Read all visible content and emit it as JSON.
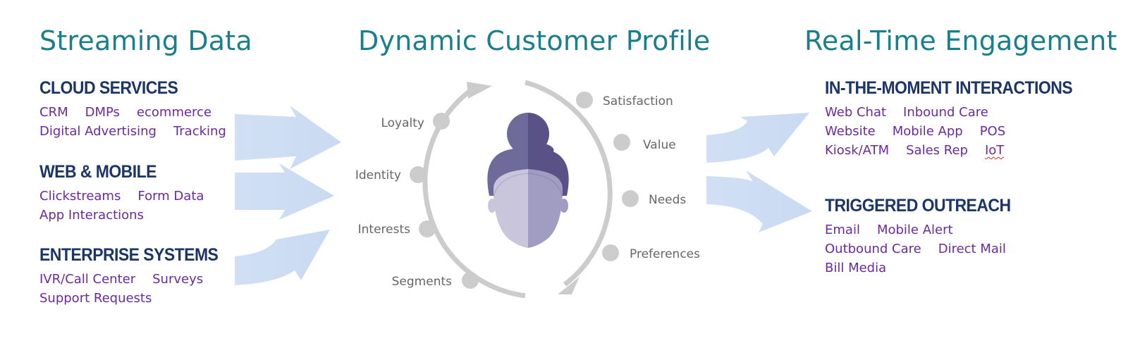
{
  "columns": {
    "left": {
      "title": "Streaming Data",
      "groups": [
        {
          "heading": "CLOUD SERVICES",
          "lines": [
            [
              "CRM",
              "DMPs",
              "ecommerce"
            ],
            [
              "Digital Advertising",
              "Tracking"
            ]
          ]
        },
        {
          "heading": "WEB & MOBILE",
          "lines": [
            [
              "Clickstreams",
              "Form Data"
            ],
            [
              "App Interactions"
            ]
          ]
        },
        {
          "heading": "ENTERPRISE SYSTEMS",
          "lines": [
            [
              "IVR/Call Center",
              "Surveys"
            ],
            [
              "Support Requests"
            ]
          ]
        }
      ]
    },
    "center": {
      "title": "Dynamic Customer Profile",
      "ring_labels_left": [
        "Loyalty",
        "Identity",
        "Interests",
        "Segments"
      ],
      "ring_labels_right": [
        "Satisfaction",
        "Value",
        "Needs",
        "Preferences"
      ]
    },
    "right": {
      "title": "Real-Time Engagement",
      "groups": [
        {
          "heading": "IN-THE-MOMENT INTERACTIONS",
          "lines": [
            [
              "Web Chat",
              "Inbound Care"
            ],
            [
              "Website",
              "Mobile App",
              "POS"
            ],
            [
              "Kiosk/ATM",
              "Sales Rep",
              "IoT"
            ]
          ]
        },
        {
          "heading": "TRIGGERED OUTREACH",
          "lines": [
            [
              "Email",
              "Mobile Alert"
            ],
            [
              "Outbound Care",
              "Direct Mail"
            ],
            [
              "Bill Media"
            ]
          ]
        }
      ]
    }
  },
  "colors": {
    "title": "#1a7f8a",
    "heading": "#1b3566",
    "item": "#6a2a9c",
    "arrow": "#c9daf2",
    "ring": "#cccccc",
    "label": "#666666",
    "avatar_hair_light": "#6e6a99",
    "avatar_hair_dark": "#5a5287",
    "avatar_face_light": "#c9c6dc",
    "avatar_face_dark": "#a19cc2"
  },
  "icons": {
    "flow_arrows": "block-arrow-icon",
    "profile": "person-avatar-icon",
    "cycle": "circular-arrows-icon"
  }
}
